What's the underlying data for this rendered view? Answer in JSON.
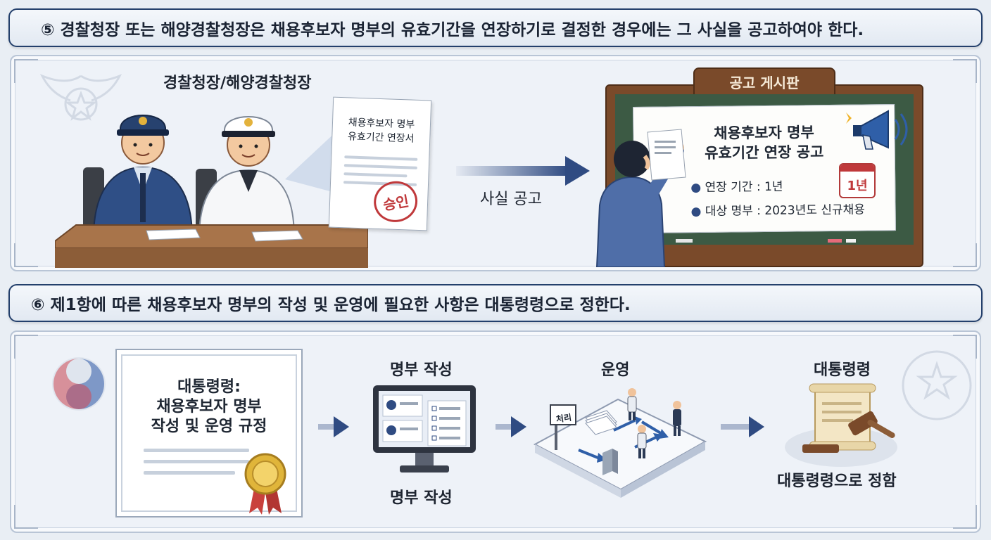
{
  "section5": {
    "banner": "⑤ 경찰청장 또는 해양경찰청장은 채용후보자 명부의 유효기간을 연장하기로 결정한 경우에는 그 사실을 공고하여야 한다.",
    "officials_label": "경찰청장/해양경찰청장",
    "document_title_line1": "채용후보자 명부",
    "document_title_line2": "유효기간 연장서",
    "stamp": "승인",
    "arrow_label": "사실 공고",
    "board_header": "공고 게시판",
    "notice_title_line1": "채용후보자 명부",
    "notice_title_line2": "유효기간 연장 공고",
    "notice_items": [
      "연장 기간 : 1년",
      "대상 명부 : 2023년도 신규채용"
    ],
    "calendar_label": "1년"
  },
  "section6": {
    "banner": "⑥ 제1항에 따른 채용후보자 명부의 작성 및 운영에 필요한 사항은 대통령령으로 정한다.",
    "certificate_line1": "대통령령:",
    "certificate_line2": "채용후보자 명부",
    "certificate_line3": "작성 및 운영 규정",
    "step1_top": "명부 작성",
    "step1_bottom": "명부 작성",
    "step2_top": "운영",
    "step2_sign": "처리",
    "step3_top": "대통령령",
    "step3_bottom": "대통령령으로 정함"
  },
  "colors": {
    "navy": "#24406c",
    "arrow": "#2f4b82",
    "stamp_red": "#c0393b",
    "board_green": "#3c5a44",
    "board_frame": "#7a4a2a"
  }
}
